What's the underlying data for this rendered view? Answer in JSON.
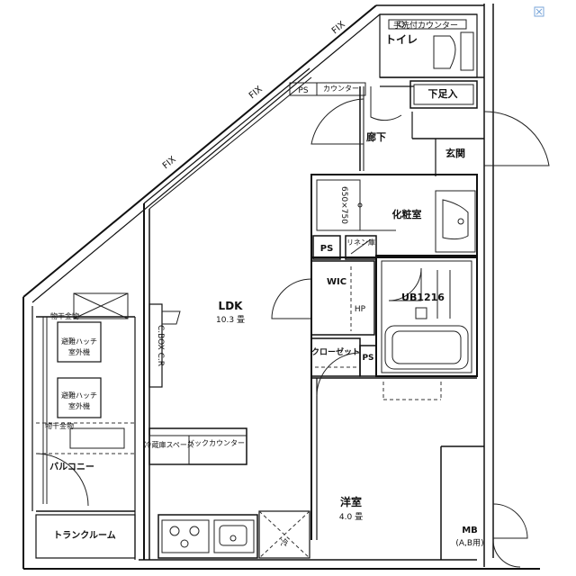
{
  "labels": {
    "toilet_counter": "手洗付カウンター",
    "toilet": "トイレ",
    "counter": "カウンター",
    "shoe_closet": "下足入",
    "hallway": "廊下",
    "entrance": "玄関",
    "fix_1": "FIX",
    "fix_2": "FIX",
    "fix_3": "FIX",
    "washroom": "化粧室",
    "washer_size": "650×750",
    "linen": "リネン庫",
    "ps_1": "PS",
    "ps_2": "PS",
    "wic": "WIC",
    "hp": "HP",
    "unit_bath": "UB1216",
    "closet": "クローゼット",
    "ldk": "LDK",
    "ldk_area": "10.3 畳",
    "cbox": "C.BOX C.R",
    "hanger_top": "物干金物",
    "hanger_bottom": "物干金物",
    "ac_unit_1_line1": "避難ハッチ",
    "ac_unit_1_line2": "室外機",
    "ac_unit_2_line1": "避難ハッチ",
    "ac_unit_2_line2": "室外機",
    "balcony": "バルコニー",
    "fridge_space": "冷蔵庫スペース",
    "back_counter": "バックカウンター",
    "western_room": "洋室",
    "western_area": "4.0 畳",
    "trunk_room": "トランクルーム",
    "mb_line1": "MB",
    "mb_line2": "(A,B用)",
    "fridge_mark": "冷"
  }
}
